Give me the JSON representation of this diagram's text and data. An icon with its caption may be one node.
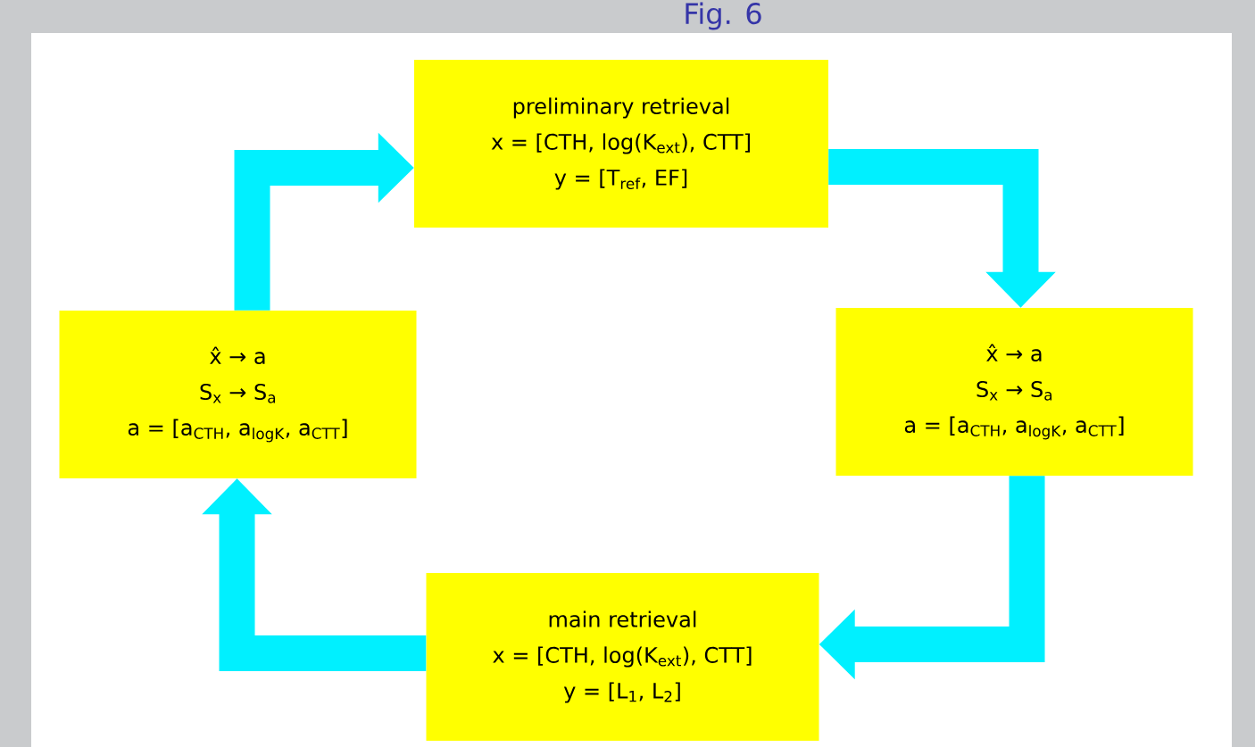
{
  "diagram": {
    "title": "Fig. 6",
    "nodes": [
      {
        "text": [
          "preliminary retrieval",
          "x = [CTH, log(K$_{ext}$), CTT]",
          "y = [T$_{ref}$, EF]"
        ]
      },
      {
        "text": [
          "x̂ → a",
          "S$_{x}$ → S$_{a}$",
          "a = [a$_{CTH}$, a$_{logK}$, a$_{CTT}$]"
        ]
      },
      {
        "text": [
          "main retrieval",
          "x = [CTH, log(K$_{ext}$), CTT]",
          "y = [L$_{1}$, L$_{2}$]"
        ]
      },
      {
        "text": [
          "x̂ → a",
          "S$_{x}$ → S$_{a}$",
          "a = [a$_{CTH}$, a$_{logK}$, a$_{CTT}$]"
        ]
      }
    ],
    "edges": [
      {
        "from": 0,
        "to": 1,
        "arrow": "to"
      },
      {
        "from": 1,
        "to": 2,
        "arrow": "to"
      },
      {
        "from": 2,
        "to": 3,
        "arrow": "to"
      },
      {
        "from": 3,
        "to": 0,
        "arrow": "to"
      }
    ]
  }
}
